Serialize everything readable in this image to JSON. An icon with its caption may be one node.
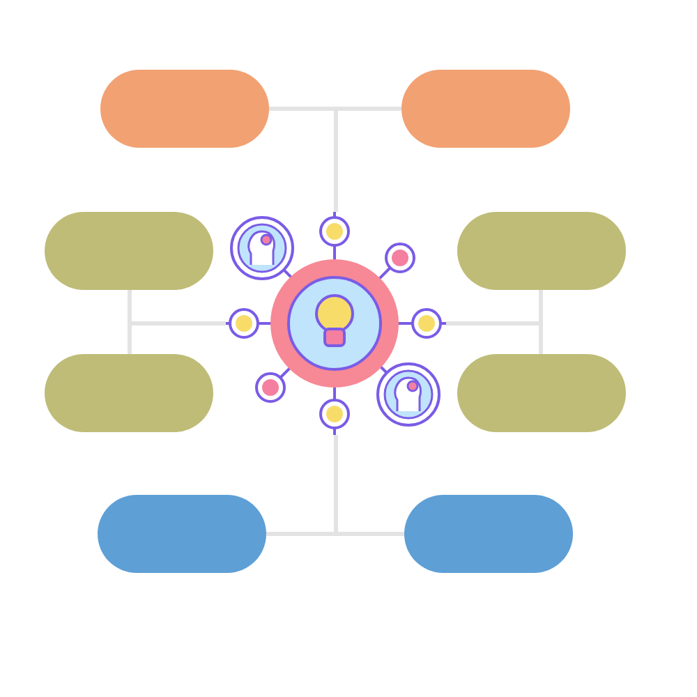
{
  "diagram": {
    "nodes": [
      {
        "text": [],
        "shape": "box"
      },
      {
        "text": [],
        "shape": "box"
      },
      {
        "text": [],
        "shape": "box"
      },
      {
        "text": [],
        "shape": "circle"
      },
      {
        "text": [],
        "shape": "box"
      },
      {
        "text": [],
        "shape": "box"
      },
      {
        "text": [],
        "shape": "box"
      },
      {
        "text": [],
        "shape": "box"
      },
      {
        "text": [],
        "shape": "box"
      }
    ],
    "edges": [
      {
        "from": 3,
        "to": 0,
        "arrow": "none"
      },
      {
        "from": 3,
        "to": 1,
        "arrow": "none"
      },
      {
        "from": 3,
        "to": 2,
        "arrow": "none"
      },
      {
        "from": 3,
        "to": 5,
        "arrow": "none"
      },
      {
        "from": 3,
        "to": 4,
        "arrow": "none"
      },
      {
        "from": 3,
        "to": 6,
        "arrow": "none"
      },
      {
        "from": 3,
        "to": 7,
        "arrow": "none"
      },
      {
        "from": 3,
        "to": 8,
        "arrow": "none"
      }
    ]
  }
}
